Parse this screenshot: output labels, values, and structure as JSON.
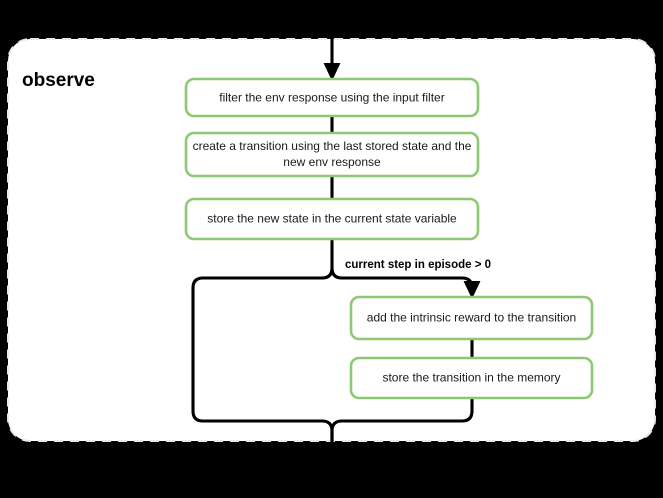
{
  "diagram": {
    "title": "observe",
    "background_color": "#000000",
    "container": {
      "name": "observe-group",
      "label": "observe",
      "fill": "#ffffff",
      "border_color": "#e8e8e8",
      "border_style": "dashed"
    },
    "node_style": {
      "fill": "#ffffff",
      "border_color": "#8fc873"
    },
    "edge_color": "#000000",
    "nodes": [
      {
        "id": "filter-env-response",
        "label": "filter the env response using the input filter",
        "lines": [
          "filter the env response using the input filter"
        ]
      },
      {
        "id": "create-transition",
        "label": "create a transition using the last stored state and the new env response",
        "lines": [
          "create a transition using the last stored state and the",
          "new env response"
        ]
      },
      {
        "id": "store-new-state",
        "label": "store the new state in the current state variable",
        "lines": [
          "store the new state in the current state variable"
        ]
      },
      {
        "id": "add-intrinsic-reward",
        "label": "add the intrinsic reward to the transition",
        "lines": [
          "add the intrinsic reward to the transition"
        ]
      },
      {
        "id": "store-transition-memory",
        "label": "store the transition in the memory",
        "lines": [
          "store the transition in the memory"
        ]
      }
    ],
    "edges": [
      {
        "id": "entry-edge",
        "from": "external-input",
        "to": "filter-env-response",
        "label": ""
      },
      {
        "id": "filter-to-create",
        "from": "filter-env-response",
        "to": "create-transition",
        "label": ""
      },
      {
        "id": "create-to-store",
        "from": "create-transition",
        "to": "store-new-state",
        "label": ""
      },
      {
        "id": "condition-branch",
        "from": "store-new-state",
        "to": "add-intrinsic-reward",
        "label": "current step in episode > 0"
      },
      {
        "id": "bypass-branch",
        "from": "store-new-state",
        "to": "exit",
        "label": ""
      },
      {
        "id": "add-to-store-transition",
        "from": "add-intrinsic-reward",
        "to": "store-transition-memory",
        "label": ""
      },
      {
        "id": "exit-edge",
        "from": "merge",
        "to": "external-output",
        "label": ""
      }
    ]
  }
}
